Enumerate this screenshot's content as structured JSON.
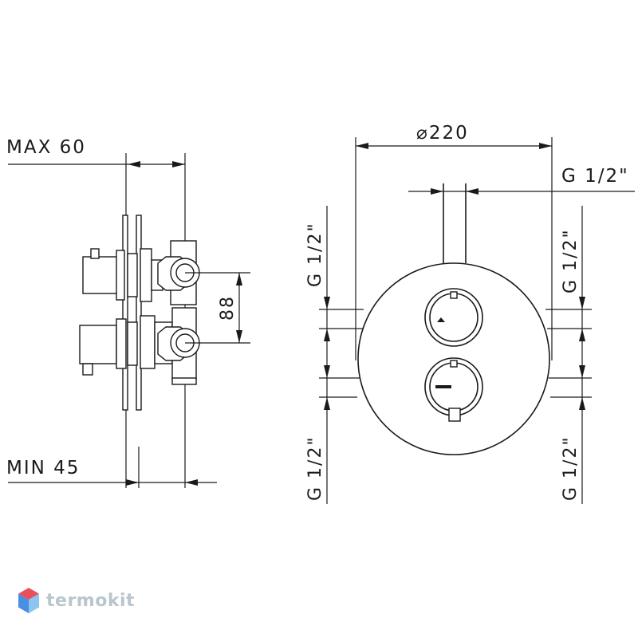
{
  "labels": {
    "max": "MAX 60",
    "min": "MIN 45",
    "center": "88",
    "diameter": "⌀220",
    "g_top": "G 1/2\"",
    "g_left_top": "G 1/2\"",
    "g_right_top": "G 1/2\"",
    "g_left_bottom": "G 1/2\"",
    "g_right_bottom": "G 1/2\""
  },
  "brand": {
    "logo_text": "termokit",
    "logo_colors": [
      "#e8505b",
      "#4a8fe0",
      "#8cc6f0"
    ]
  }
}
